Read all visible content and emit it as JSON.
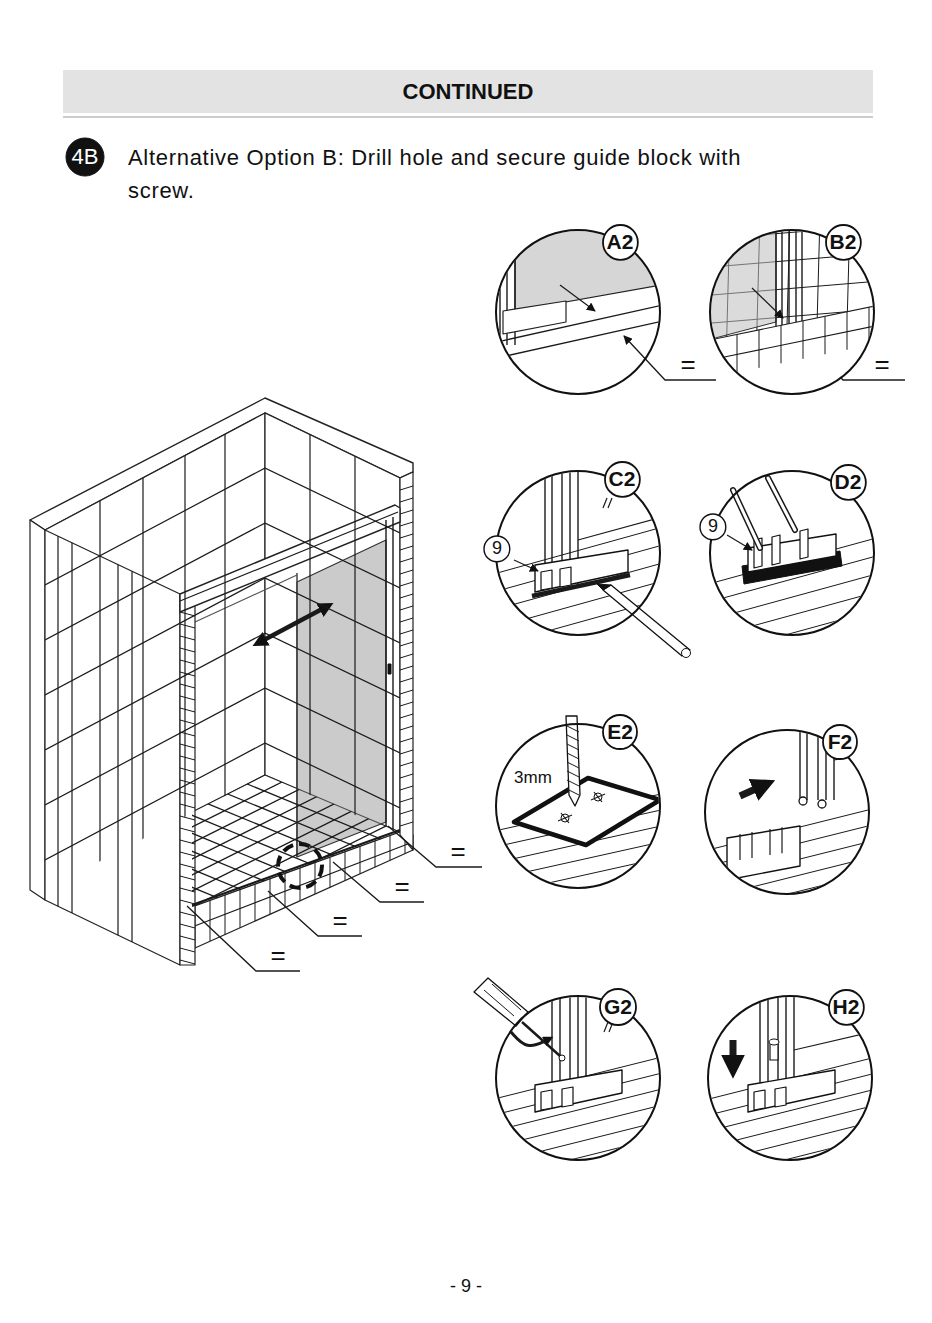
{
  "diagram": {
    "title": "CONTINUED",
    "nodes": [
      {
        "text": [
          "4B"
        ]
      },
      {
        "text": [
          "A2"
        ]
      },
      {
        "text": [
          "B2"
        ]
      },
      {
        "text": [
          "C2"
        ]
      },
      {
        "text": [
          "9"
        ],
        "in": 3
      },
      {
        "text": [
          "D2"
        ]
      },
      {
        "text": [
          "9"
        ],
        "in": 5
      },
      {
        "text": [
          "E2"
        ]
      },
      {
        "text": [
          "F2"
        ]
      },
      {
        "text": [
          "G2"
        ]
      },
      {
        "text": [
          "H2"
        ]
      }
    ],
    "labels": [
      "Alternative Option B: Drill hole and secure guide block with screw.",
      "=",
      "=",
      "3mm",
      "=",
      "=",
      "=",
      "=",
      "- 9 -"
    ]
  }
}
